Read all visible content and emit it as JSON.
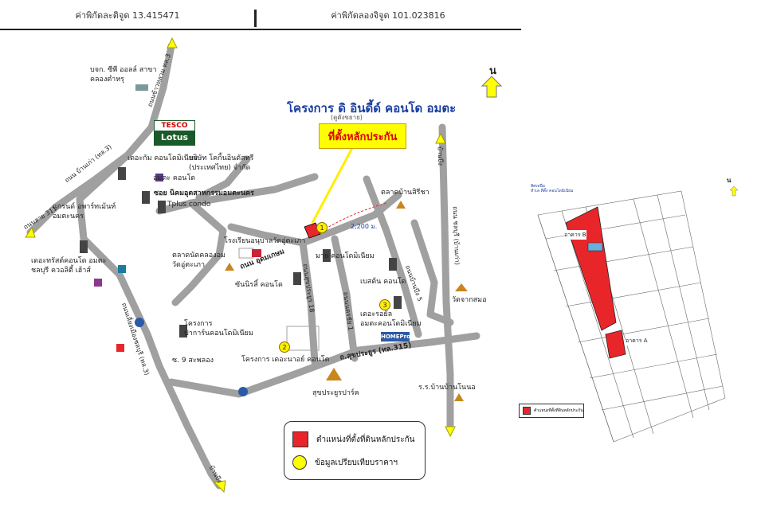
{
  "header": {
    "latitude": "ค่าพิกัดละติจูด 13.415471",
    "longitude": "ค่าพิกัดลองจิจูด 101.023816"
  },
  "map": {
    "title": "โครงการ ดิ อินดี้ด์ คอนโด อมตะ",
    "subtitle": "(ตูดังขยาย)",
    "callout": "ที่ตั้งหลักประกัน",
    "north": "น",
    "distance": "2,200 ม.",
    "markers": [
      "1",
      "2",
      "3"
    ],
    "labels": {
      "bjk": "บจก. ซีพี ออลล์ สาขา\nคลองตำหรุ",
      "tesco_top": "TESCO",
      "tesco_bottom": "Lotus",
      "dakum": "เดอะกัม คอนโดมิเนียม",
      "amata_condo": "อมตะ คอนโด",
      "kiyoshi": "บริษัท โคกิ้นอินดัสทรี\n(ประเทศไทย) จำกัด",
      "road_industrial": "ซอย นิคมอุตสาหกรรมอมตะนคร",
      "tplus": "Tplus condo",
      "grand_apartment": "แกรนด์ อพาร์ทเม้นท์\nอมตะนคร",
      "trust_condo": "เดอะทรัสต์คอนโด อมตะ\nชลบุรี ควอลิตี้ เฮ้าส์",
      "school": "โรงเรียนอนุบาลวัดอู่ตะเภา",
      "market_khlong": "ตลาดนัดคลองอม\nวัดอู่ตะเภา",
      "sinsiri": "ซันนิรสิ์ คอนโด",
      "road_udom": "ถนน อุดมเกษม",
      "market_baan": "ตลาดบ้านสิรีชา",
      "mai_condo": "มาย คอนโดมิเนียม",
      "best_condo": "เบสต้น คอนโด",
      "wat_chak": "วัดจากสมอ",
      "dakuroed": "เดอะรอยัล\nอมตะคอนโดมิเนียม",
      "hp": "HOMEPro",
      "parkaw": "โครงการ\nปาการ์นคอนโดมิเนียม",
      "soi9": "ซ. 9 สะพลอง",
      "dakunai": "โครงการ เดอะนาอย์ คอนโด",
      "road_sukhum": "ถ.สุขประยูร (ทล.315)",
      "suk_park": "สุขประยูรปาร์ค",
      "baan_nong": "ร.ร.บ้านบ้านโนนอ",
      "r_left1": "ถนน บ้านเก่า (ทล.3)",
      "r_left2": "ถนนสาย 311",
      "r_left3": "ถนนเลี่ยงเมืองชลบุรี (ทล.3)",
      "r_bottom": "บ้านบึง",
      "r_top": "ถนนข้าวหลาม ทล.3",
      "r_right_top": "บ้านบึง",
      "r_right": "ถนน ชลบุรี (บ้านเก่า)",
      "road_18": "ถนนสุขประยูร 18",
      "road_s": "ถนนนครชัย 1",
      "road_rich": "ถนนบ้านบึง 5"
    },
    "legend": {
      "location": "ตำแหน่งที่ตั้งที่ดินหลักประกัน",
      "comparable": "ข้อมูลเปรียบเทียบราคาฯ"
    }
  },
  "plan": {
    "north": "น",
    "header_note": "ทิศเหนือ\nทำเล ที่ตั้ง คอนโดมิเนียม",
    "building_b": "อาคาร B",
    "building_a": "อาคาร A",
    "legend": "ตำแหน่งที่ตั้งที่ดินหลักประกัน"
  },
  "colors": {
    "road": "#9d9d9d",
    "marker_red": "#e8262a",
    "comparable_yellow": "#ffee00",
    "title_blue": "#1a3fa0",
    "north_arrow": "#ffff00"
  }
}
